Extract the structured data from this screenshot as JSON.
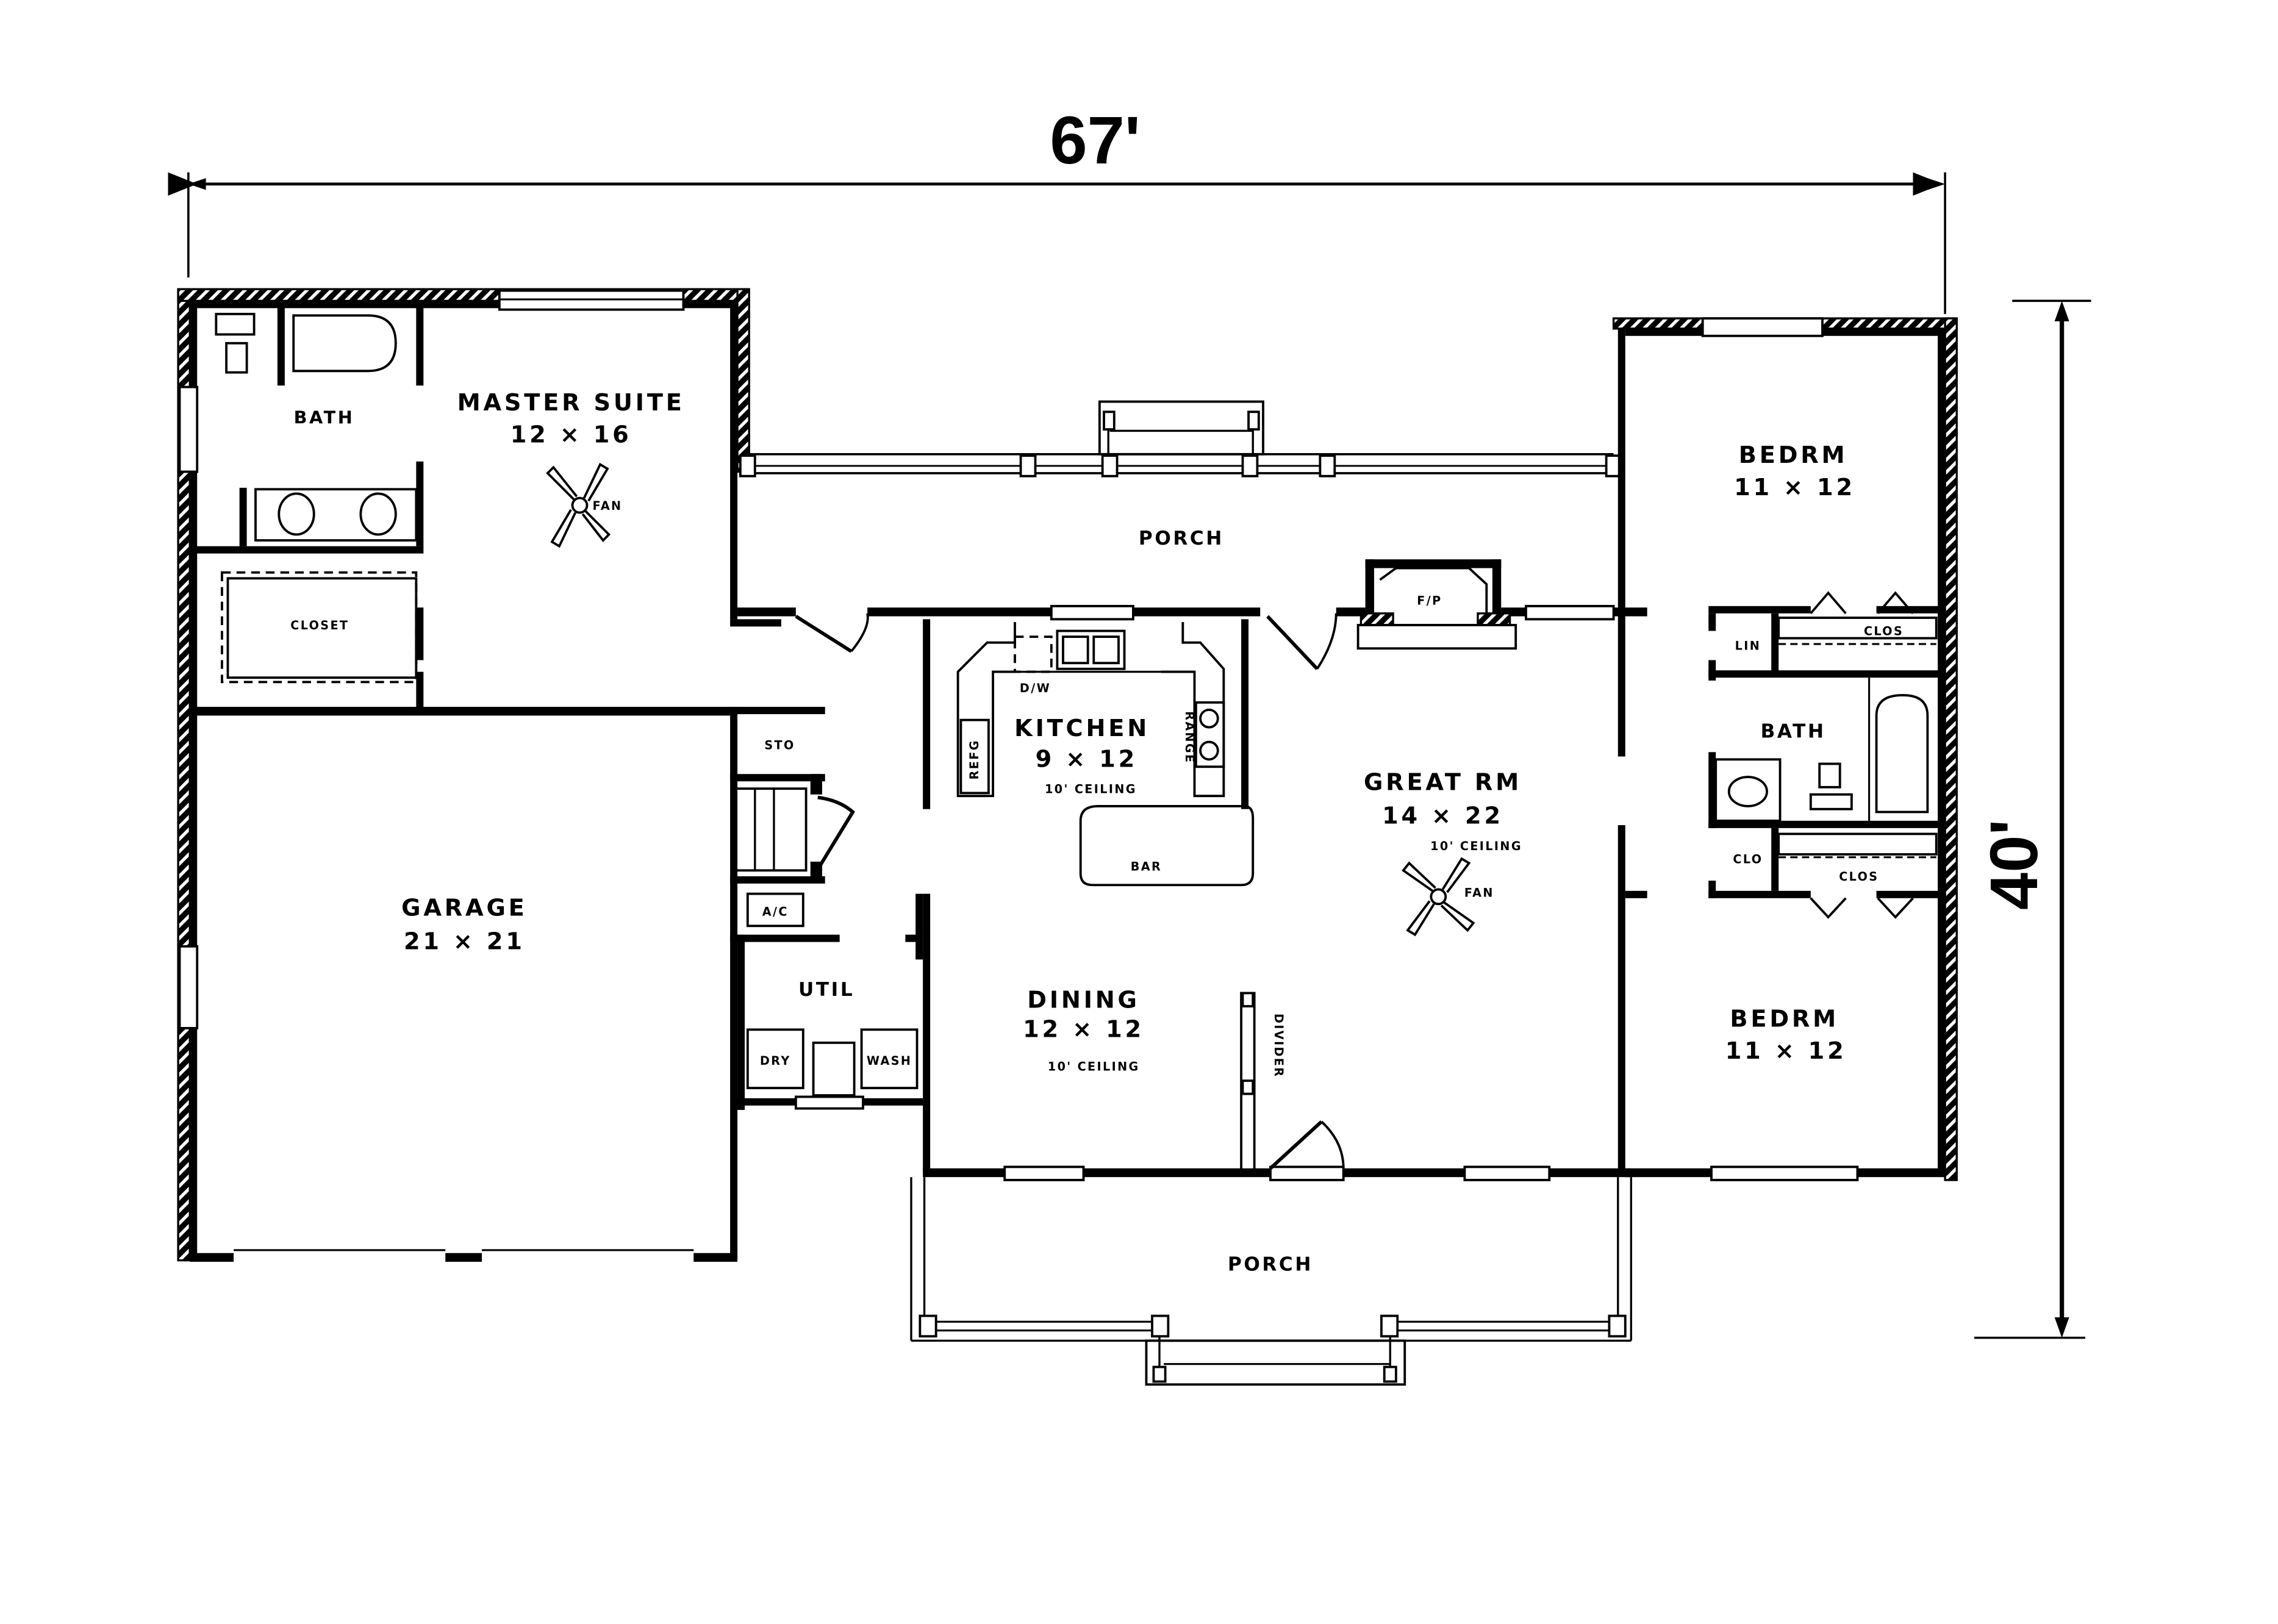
{
  "plan": {
    "overall_width": "67'",
    "overall_depth": "40'"
  },
  "rooms": {
    "master_suite": {
      "name": "MASTER SUITE",
      "size": "12 × 16",
      "fan": "FAN"
    },
    "master_bath": {
      "name": "BATH"
    },
    "master_closet": {
      "name": "CLOSET"
    },
    "garage": {
      "name": "GARAGE",
      "size": "21 × 21"
    },
    "rear_porch": {
      "name": "PORCH"
    },
    "front_porch": {
      "name": "PORCH"
    },
    "kitchen": {
      "name": "KITCHEN",
      "size": "9 × 12",
      "ceiling": "10' CEILING",
      "dw": "D/W",
      "refg": "REFG",
      "range": "RANGE",
      "bar": "BAR"
    },
    "great_room": {
      "name": "GREAT RM",
      "size": "14 × 22",
      "ceiling": "10' CEILING",
      "fan": "FAN",
      "fireplace": "F/P"
    },
    "dining": {
      "name": "DINING",
      "size": "12 × 12",
      "ceiling": "10' CEILING",
      "divider": "DIVIDER"
    },
    "storage": {
      "name": "STO"
    },
    "ac": {
      "name": "A/C"
    },
    "utility": {
      "name": "UTIL",
      "dryer": "DRY",
      "washer": "WASH"
    },
    "bedroom_1": {
      "name": "BEDRM",
      "size": "11 × 12",
      "closet": "CLOS"
    },
    "bedroom_2": {
      "name": "BEDRM",
      "size": "11 × 12",
      "closet": "CLOS"
    },
    "hall_bath": {
      "name": "BATH"
    },
    "linen": {
      "name": "LIN"
    },
    "hall_closet": {
      "name": "CLO"
    }
  }
}
